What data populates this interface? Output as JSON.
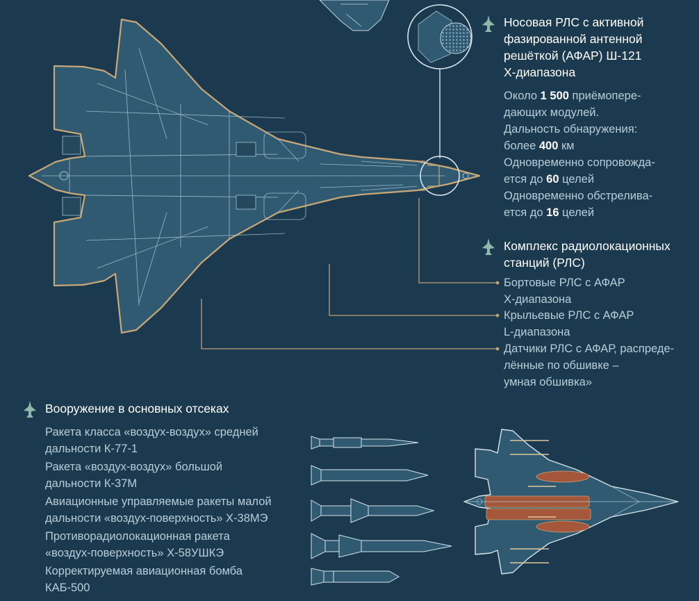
{
  "radar_section": {
    "title_lines": [
      "Носовая РЛС с активной",
      "фазированной антенной",
      "решёткой (АФАР) Ш-121",
      "Х-диапазона"
    ],
    "modules": {
      "prefix": "Около ",
      "value": "1 500",
      "suffix": " приёмопере-",
      "cont": "дающих модулей."
    },
    "detection": {
      "line1": "Дальность обнаружения:",
      "prefix": "более ",
      "value": "400",
      "suffix": " км"
    },
    "tracking": {
      "line1": "Одновременно сопровожда-",
      "prefix": "ется до ",
      "value": "60",
      "suffix": " целей"
    },
    "engaging": {
      "line1": "Одновременно обстрелива-",
      "prefix": "ется до ",
      "value": "16",
      "suffix": " целей"
    }
  },
  "rls_complex": {
    "title_lines": [
      "Комплекс радиолокационных",
      "станций (РЛС)"
    ],
    "items": [
      {
        "lines": [
          "Бортовые РЛС с АФАР",
          "Х-диапазона"
        ]
      },
      {
        "lines": [
          "Крыльевые РЛС с АФАР",
          "L-диапазона"
        ]
      },
      {
        "lines": [
          "Датчики РЛС с АФАР, распреде-",
          "лённые по обшивке –",
          "умная обшивка»"
        ]
      }
    ]
  },
  "armament": {
    "title": "Вооружение в основных отсеках",
    "items": [
      {
        "lines": [
          "Ракета класса «воздух-воздух» средней",
          "дальности К-77-1"
        ]
      },
      {
        "lines": [
          "Ракета «воздух-воздух» большой",
          "дальности К-37М"
        ]
      },
      {
        "lines": [
          "Авиационные управляемые ракеты малой",
          "дальности «воздух-поверхность» Х-38МЭ"
        ]
      },
      {
        "lines": [
          "Противорадиолокационная ракета",
          "«воздух-поверхность» Х-58УШКЭ"
        ]
      },
      {
        "lines": [
          "Корректируемая авиационная бомба",
          "КАБ-500"
        ]
      }
    ]
  },
  "colors": {
    "background": "#1b3a4f",
    "airframe_fill": "#2f5a72",
    "outline_accent": "#bfa078",
    "text_body": "#b9cdd8",
    "icon_fill": "#8fb7aa",
    "weapons_bay_fill": "#a4573a"
  },
  "icons": {
    "section_marker": "jet-icon",
    "radar_callout": "radar-antenna-detail"
  }
}
